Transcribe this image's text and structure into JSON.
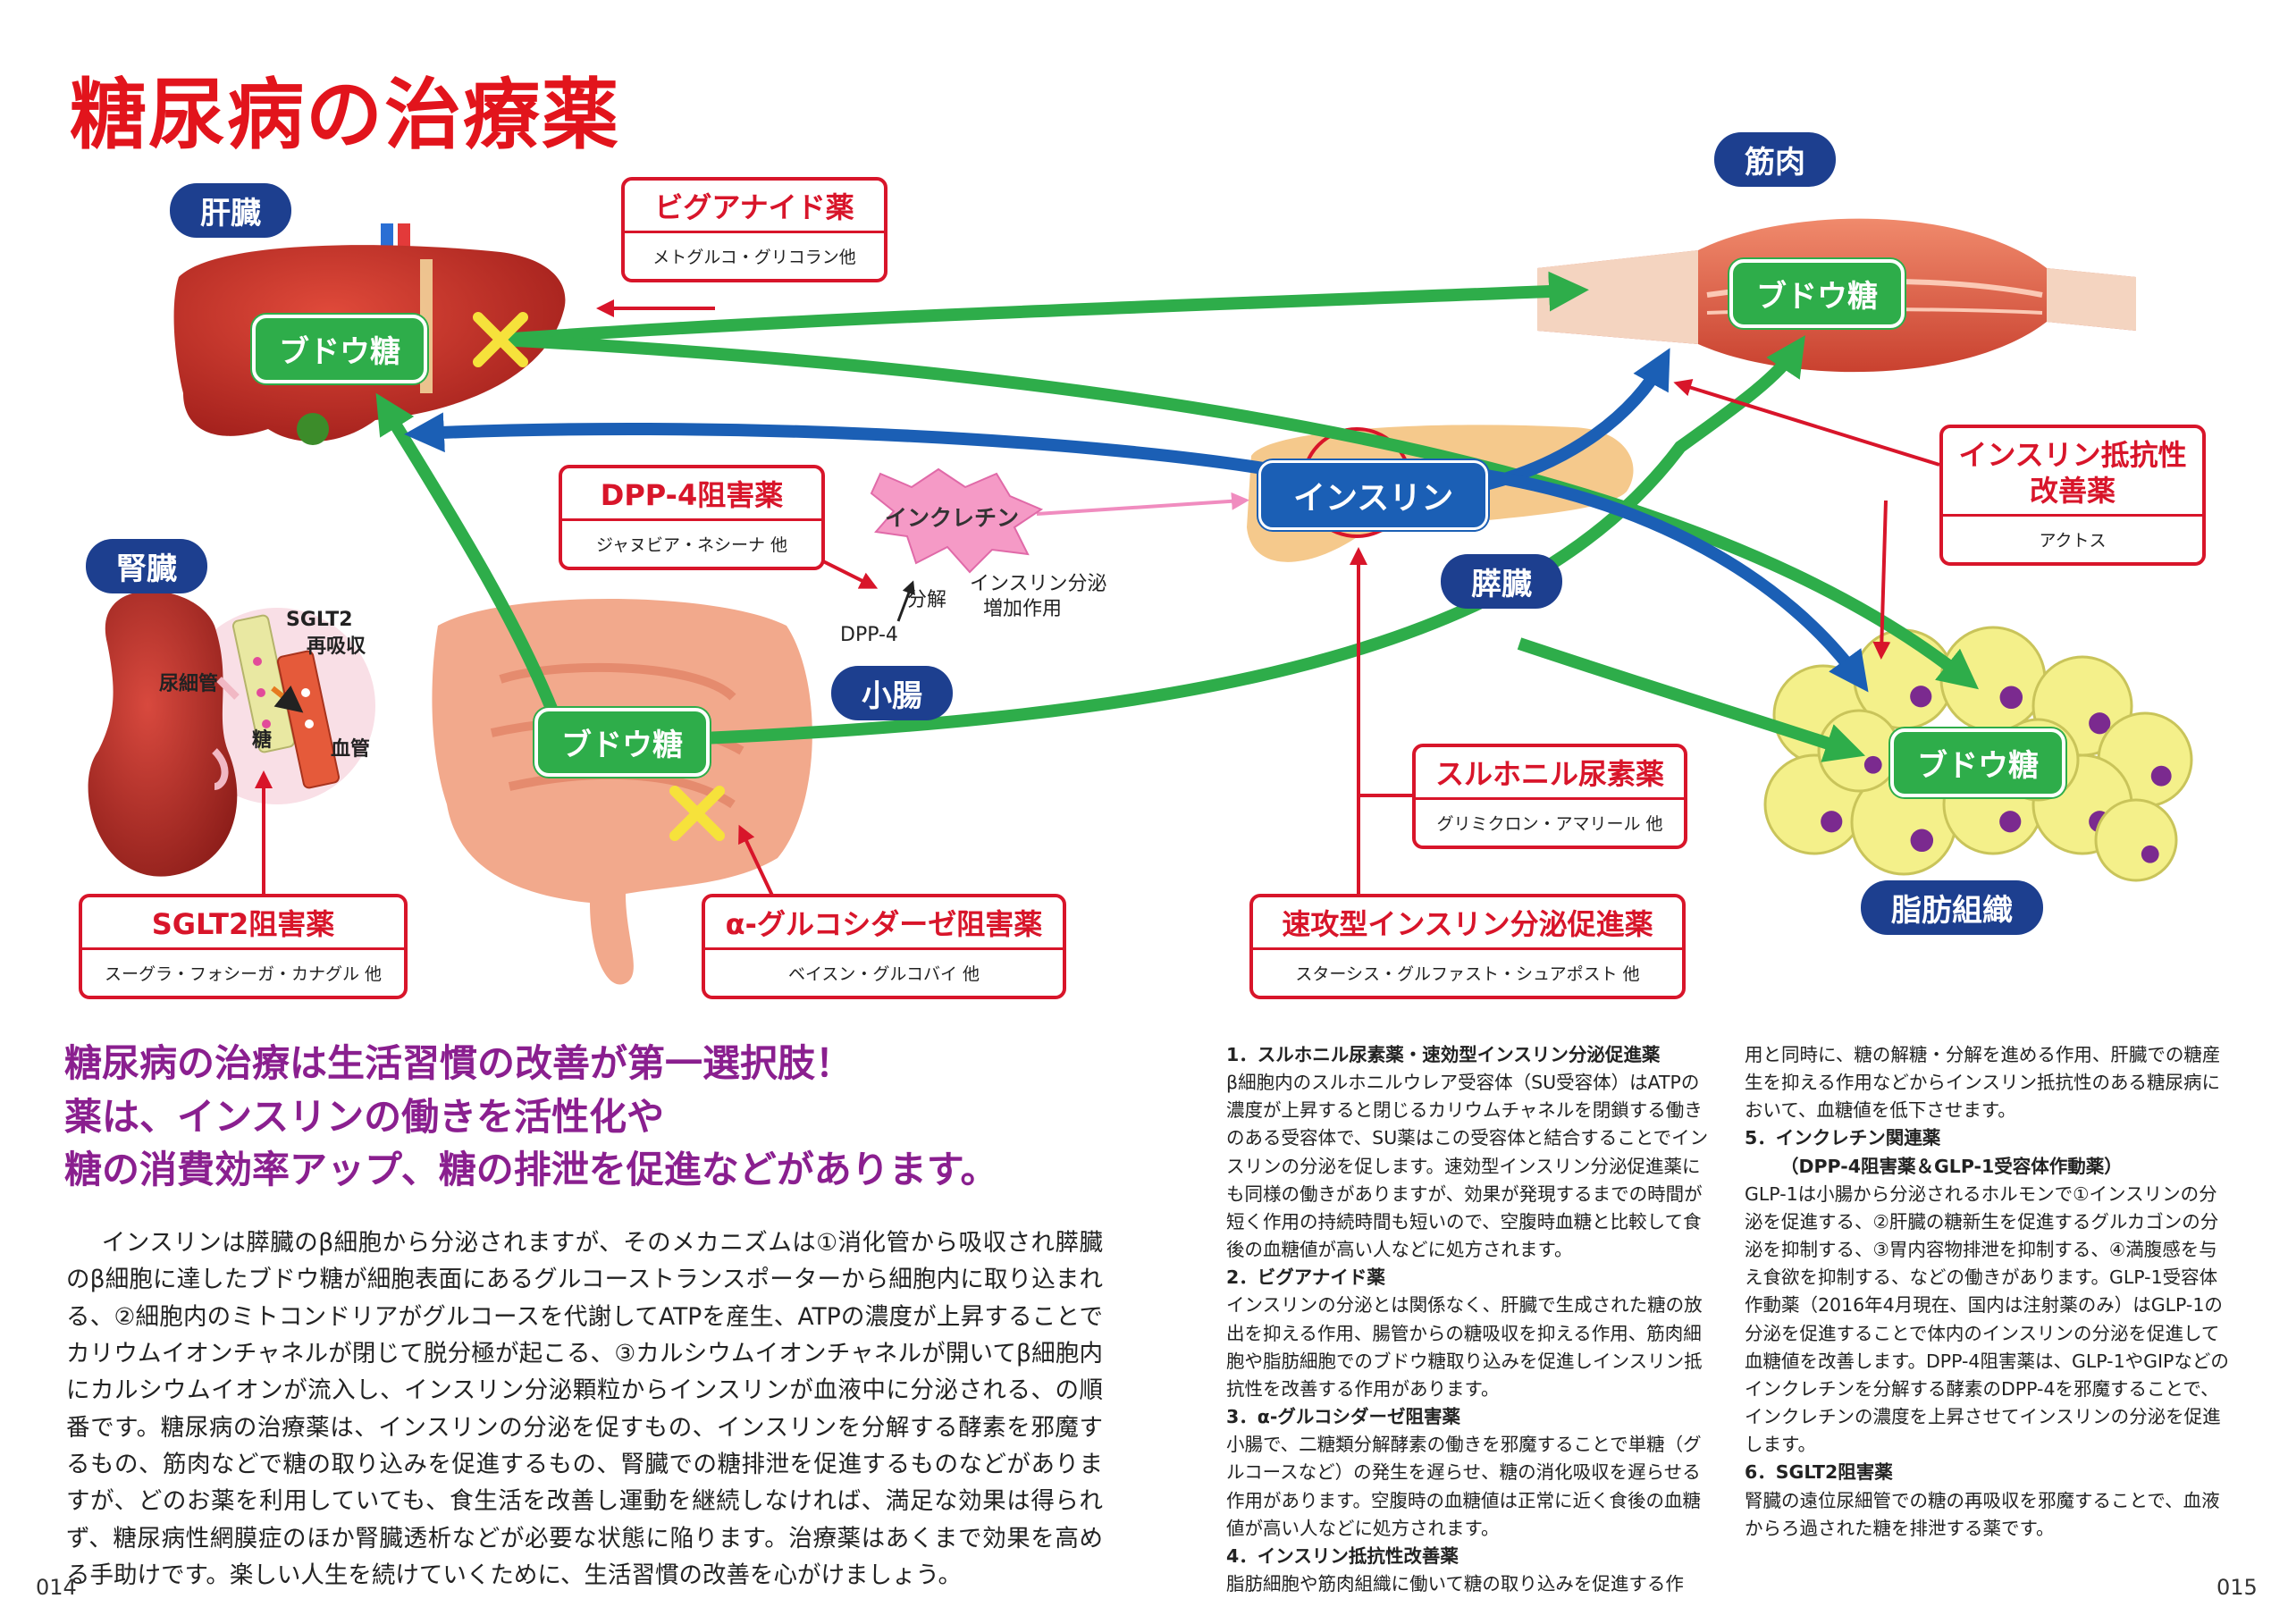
{
  "title": "糖尿病の治療薬",
  "organs": {
    "liver": "肝臓",
    "muscle": "筋肉",
    "kidney": "腎臓",
    "small_intestine": "小腸",
    "pancreas": "膵臓",
    "fat": "脂肪組織"
  },
  "glucose_label": "ブドウ糖",
  "insulin_label": "インスリン",
  "incretin_label": "インクレチン",
  "kidney_notes": {
    "sglt2": "SGLT2",
    "reabsorption": "再吸収",
    "tubule": "尿細管",
    "sugar": "糖",
    "vessel": "血管"
  },
  "notes": {
    "breakdown": "分解",
    "dpp4": "DPP-4",
    "insulin_secretion_line1": "インスリン分泌",
    "insulin_secretion_line2": "増加作用"
  },
  "drugs": {
    "biguanide": {
      "name": "ビグアナイド薬",
      "examples": "メトグルコ・グリコラン他"
    },
    "dpp4": {
      "name": "DPP-4阻害薬",
      "examples": "ジャヌビア・ネシーナ 他"
    },
    "resistance_line1": "インスリン抵抗性",
    "resistance_line2": "改善薬",
    "resistance_examples": "アクトス",
    "sulfonylurea": {
      "name": "スルホニル尿素薬",
      "examples": "グリミクロン・アマリール 他"
    },
    "rapid": {
      "name": "速攻型インスリン分泌促進薬",
      "examples": "スターシス・グルファスト・シュアポスト 他"
    },
    "alpha_gi": {
      "name": "α-グルコシダーゼ阻害薬",
      "examples": "ベイスン・グルコバイ 他"
    },
    "sglt2": {
      "name": "SGLT2阻害薬",
      "examples": "スーグラ・フォシーガ・カナグル 他"
    }
  },
  "headline": {
    "line1": "糖尿病の治療は生活習慣の改善が第一選択肢！",
    "line2": "薬は、インスリンの働きを活性化や",
    "line3": "糖の消費効率アップ、糖の排泄を促進などがあります。"
  },
  "left_body": "インスリンは膵臓のβ細胞から分泌されますが、そのメカニズムは①消化管から吸収され膵臓のβ細胞に達したブドウ糖が細胞表面にあるグルコーストランスポーターから細胞内に取り込まれる、②細胞内のミトコンドリアがグルコースを代謝してATPを産生、ATPの濃度が上昇することでカリウムイオンチャネルが閉じて脱分極が起こる、③カルシウムイオンチャネルが開いてβ細胞内にカルシウムイオンが流入し、インスリン分泌顆粒からインスリンが血液中に分泌される、の順番です。糖尿病の治療薬は、インスリンの分泌を促すもの、インスリンを分解する酵素を邪魔するもの、筋肉などで糖の取り込みを促進するもの、腎臓での糖排泄を促進するものなどがありますが、どのお薬を利用していても、食生活を改善し運動を継続しなければ、満足な効果は得られず、糖尿病性網膜症のほか腎臓透析などが必要な状態に陥ります。治療薬はあくまで効果を高める手助けです。楽しい人生を続けていくために、生活習慣の改善を心がけましょう。",
  "mid_col": {
    "h1": "1．スルホニル尿素薬・速効型インスリン分泌促進薬",
    "p1": "β細胞内のスルホニルウレア受容体（SU受容体）はATPの濃度が上昇すると閉じるカリウムチャネルを閉鎖する働きのある受容体で、SU薬はこの受容体と結合することでインスリンの分泌を促します。速効型インスリン分泌促進薬にも同様の働きがありますが、効果が発現するまでの時間が短く作用の持続時間も短いので、空腹時血糖と比較して食後の血糖値が高い人などに処方されます。",
    "h2": "2．ビグアナイド薬",
    "p2": "インスリンの分泌とは関係なく、肝臓で生成された糖の放出を抑える作用、腸管からの糖吸収を抑える作用、筋肉細胞や脂肪細胞でのブドウ糖取り込みを促進しインスリン抵抗性を改善する作用があります。",
    "h3": "3．α-グルコシダーゼ阻害薬",
    "p3": "小腸で、二糖類分解酵素の働きを邪魔することで単糖（グルコースなど）の発生を遅らせ、糖の消化吸収を遅らせる作用があります。空腹時の血糖値は正常に近く食後の血糖値が高い人などに処方されます。",
    "h4": "4．インスリン抵抗性改善薬",
    "p4": "脂肪細胞や筋肉組織に働いて糖の取り込みを促進する作"
  },
  "right_col": {
    "p4b": "用と同時に、糖の解糖・分解を進める作用、肝臓での糖産生を抑える作用などからインスリン抵抗性のある糖尿病において、血糖値を低下させます。",
    "h5": "5．インクレチン関連薬",
    "h5b": "（DPP-4阻害薬＆GLP-1受容体作動薬）",
    "p5": "GLP-1は小腸から分泌されるホルモンで①インスリンの分泌を促進する、②肝臓の糖新生を促進するグルカゴンの分泌を抑制する、③胃内容物排泄を抑制する、④満腹感を与え食欲を抑制する、などの働きがあります。GLP-1受容体作動薬（2016年4月現在、国内は注射薬のみ）はGLP-1の分泌を促進することで体内のインスリンの分泌を促進して血糖値を改善します。DPP-4阻害薬は、GLP-1やGIPなどのインクレチンを分解する酵素のDPP-4を邪魔することで、インクレチンの濃度を上昇させてインスリンの分泌を促進します。",
    "h6": "6．SGLT2阻害薬",
    "p6": "腎臓の遠位尿細管での糖の再吸収を邪魔することで、血液からろ過された糖を排泄する薬です。"
  },
  "page_numbers": {
    "left": "014",
    "right": "015"
  },
  "colors": {
    "title": "#e2141c",
    "green_arrow": "#2ead4a",
    "blue_arrow": "#1b5fb5",
    "drug_red": "#d8152a",
    "headline": "#8a1f8f",
    "label_navy": "#1d3f8f"
  }
}
